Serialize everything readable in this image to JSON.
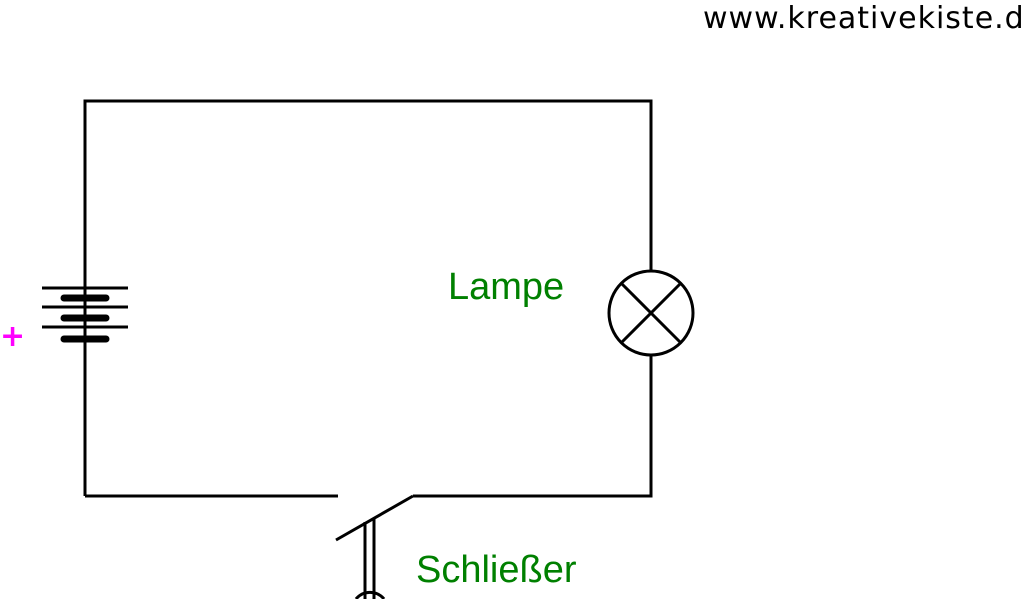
{
  "website": "www.kreativekiste.d",
  "labels": {
    "lamp": "Lampe",
    "switch": "Schließer",
    "plus": "+"
  },
  "colors": {
    "label": "#008000",
    "polarity": "#ff00ff",
    "wire": "#000000"
  }
}
